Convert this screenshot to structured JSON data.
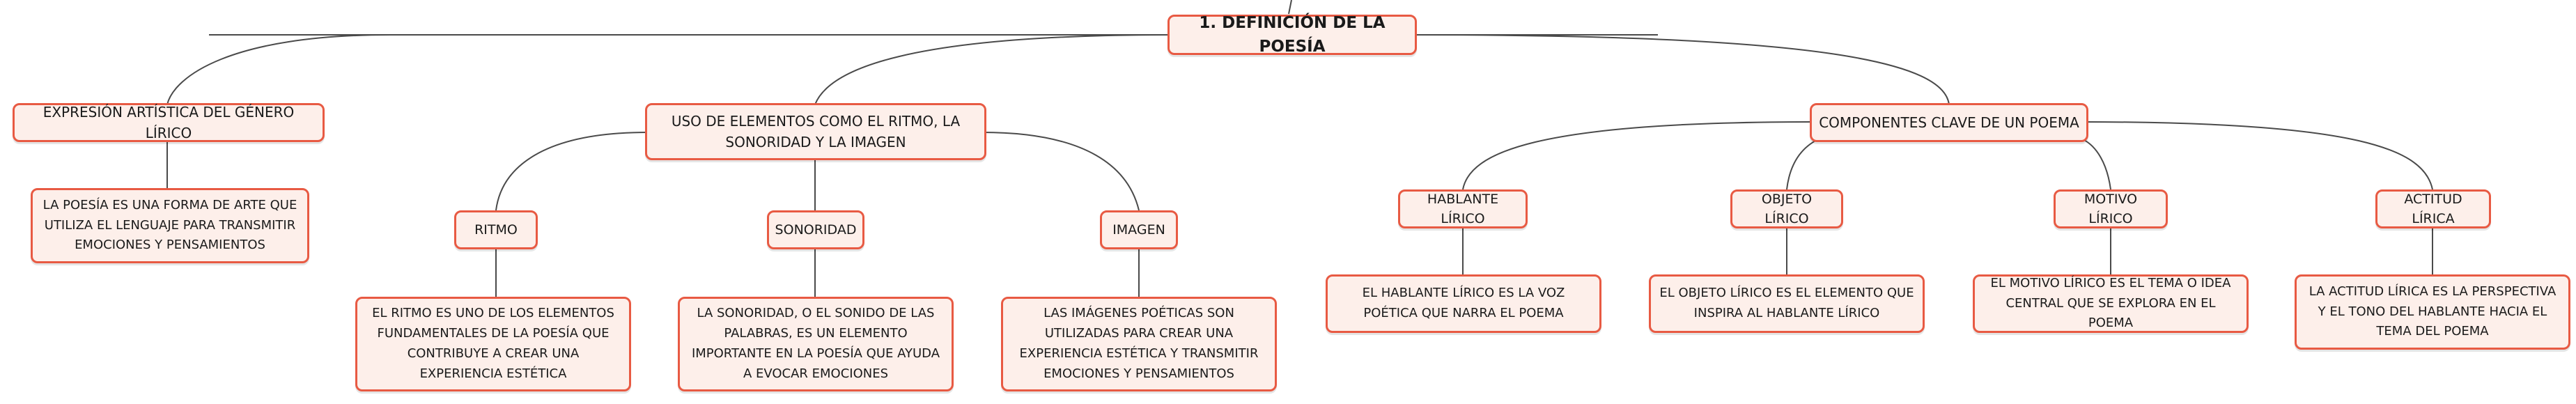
{
  "colors": {
    "node_border": "#e85a43",
    "node_fill": "#fdefea",
    "connector": "#4a4a4a"
  },
  "root": {
    "label": "1. DEFINICIÓN DE LA POESÍA"
  },
  "branches": [
    {
      "label": "EXPRESIÓN ARTÍSTICA DEL GÉNERO LÍRICO",
      "description": "LA POESÍA ES UNA FORMA DE ARTE QUE UTILIZA EL LENGUAJE PARA TRANSMITIR EMOCIONES Y PENSAMIENTOS"
    },
    {
      "label": "USO DE ELEMENTOS COMO EL RITMO, LA SONORIDAD Y LA IMAGEN",
      "children": [
        {
          "label": "RITMO",
          "description": "EL RITMO ES UNO DE LOS ELEMENTOS FUNDAMENTALES DE LA POESÍA QUE CONTRIBUYE A CREAR UNA EXPERIENCIA ESTÉTICA"
        },
        {
          "label": "SONORIDAD",
          "description": "LA SONORIDAD, O EL SONIDO DE LAS PALABRAS, ES UN ELEMENTO IMPORTANTE EN LA POESÍA QUE AYUDA A EVOCAR EMOCIONES"
        },
        {
          "label": "IMAGEN",
          "description": "LAS IMÁGENES POÉTICAS SON UTILIZADAS PARA CREAR UNA EXPERIENCIA ESTÉTICA Y TRANSMITIR EMOCIONES Y PENSAMIENTOS"
        }
      ]
    },
    {
      "label": "COMPONENTES CLAVE DE UN POEMA",
      "children": [
        {
          "label": "HABLANTE LÍRICO",
          "description": "EL HABLANTE LÍRICO ES LA VOZ POÉTICA QUE NARRA EL POEMA"
        },
        {
          "label": "OBJETO LÍRICO",
          "description": "EL OBJETO LÍRICO ES EL ELEMENTO QUE INSPIRA AL HABLANTE LÍRICO"
        },
        {
          "label": "MOTIVO LÍRICO",
          "description": "EL MOTIVO LÍRICO ES EL TEMA O IDEA CENTRAL QUE SE EXPLORA EN EL POEMA"
        },
        {
          "label": "ACTITUD LÍRICA",
          "description": "LA ACTITUD LÍRICA ES LA PERSPECTIVA Y EL TONO DEL HABLANTE HACIA EL TEMA DEL POEMA"
        }
      ]
    }
  ]
}
